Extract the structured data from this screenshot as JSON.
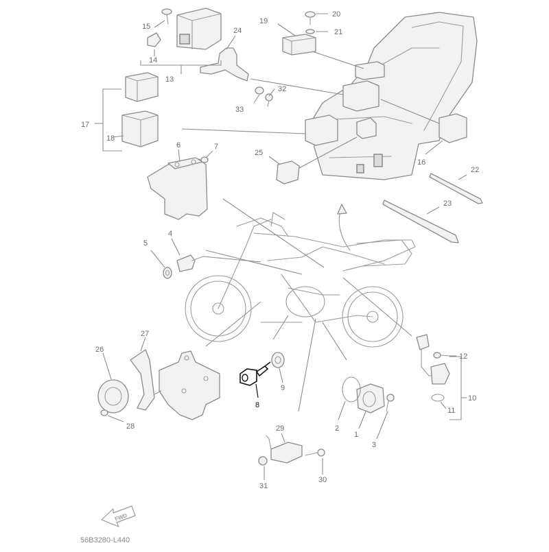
{
  "diagram": {
    "catalog_code": "56B3280-L440",
    "fwd_label": "FWD",
    "highlighted_part": "8",
    "callouts": [
      "1",
      "2",
      "3",
      "4",
      "5",
      "6",
      "7",
      "8",
      "9",
      "10",
      "11",
      "12",
      "13",
      "14",
      "15",
      "16",
      "17",
      "18",
      "19",
      "20",
      "21",
      "22",
      "23",
      "24",
      "25",
      "26",
      "27",
      "28",
      "29",
      "30",
      "31",
      "32",
      "33"
    ]
  }
}
